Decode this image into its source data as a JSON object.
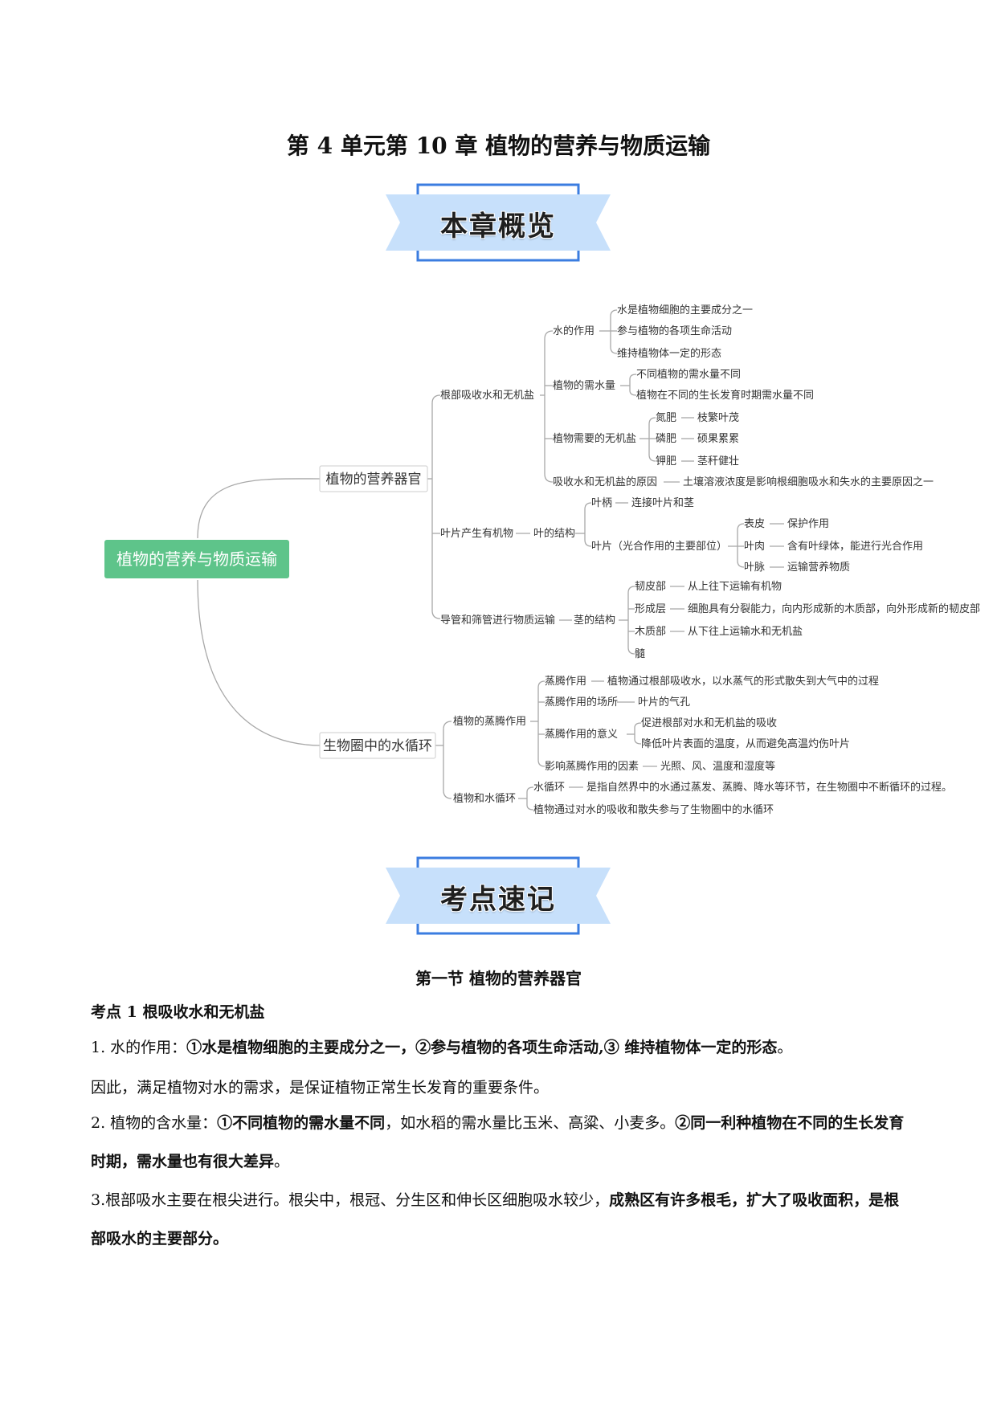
{
  "page_title": "第 4 单元第 10 章  植物的营养与物质运输",
  "banner1": "本章概览",
  "banner2": "考点速记",
  "mindmap": {
    "root": "植物的营养与物质运输",
    "branch_nutrition": "植物的营养器官",
    "branch_water": "生物圈中的水循环",
    "root_absorb": "根部吸收水和无机盐",
    "water_role": "水的作用",
    "water_role_1": "水是植物细胞的主要成分之一",
    "water_role_2": "参与植物的各项生命活动",
    "water_role_3": "维持植物体一定的形态",
    "water_need": "植物的需水量",
    "water_need_1": "不同植物的需水量不同",
    "water_need_2": "植物在不同的生长发育时期需水量不同",
    "minerals": "植物需要的无机盐",
    "n_fert": "氮肥",
    "n_effect": "枝繁叶茂",
    "p_fert": "磷肥",
    "p_effect": "硕果累累",
    "k_fert": "钾肥",
    "k_effect": "茎秆健壮",
    "absorb_reason": "吸收水和无机盐的原因",
    "absorb_reason_detail": "土壤溶液浓度是影响根细胞吸水和失水的主要原因之一",
    "leaf_organic": "叶片产生有机物",
    "leaf_structure": "叶的结构",
    "petiole": "叶柄",
    "petiole_detail": "连接叶片和茎",
    "blade": "叶片（光合作用的主要部位）",
    "epidermis": "表皮",
    "epidermis_detail": "保护作用",
    "mesophyll": "叶肉",
    "mesophyll_detail": "含有叶绿体，能进行光合作用",
    "vein": "叶脉",
    "vein_detail": "运输营养物质",
    "transport": "导管和筛管进行物质运输",
    "stem_structure": "茎的结构",
    "phloem": "韧皮部",
    "phloem_detail": "从上往下运输有机物",
    "cambium": "形成层",
    "cambium_detail": "细胞具有分裂能力，向内形成新的木质部，向外形成新的韧皮部",
    "xylem": "木质部",
    "xylem_detail": "从下往上运输水和无机盐",
    "pith": "髓",
    "transpiration": "植物的蒸腾作用",
    "trans_def": "蒸腾作用",
    "trans_def_detail": "植物通过根部吸收水，以水蒸气的形式散失到大气中的过程",
    "trans_site": "蒸腾作用的场所",
    "trans_site_detail": "叶片的气孔",
    "trans_meaning": "蒸腾作用的意义",
    "trans_meaning_1": "促进根部对水和无机盐的吸收",
    "trans_meaning_2": "降低叶片表面的温度，从而避免高温灼伤叶片",
    "trans_factors": "影响蒸腾作用的因素",
    "trans_factors_detail": "光照、风、温度和湿度等",
    "water_cycle_plant": "植物和水循环",
    "water_cycle": "水循环",
    "water_cycle_detail": "是指自然界中的水通过蒸发、蒸腾、降水等环节，在生物圈中不断循环的过程。",
    "water_cycle_role": "植物通过对水的吸收和散失参与了生物圈中的水循环"
  },
  "section_title": "第一节  植物的营养器官",
  "kaodian_heading": "考点 1    根吸收水和无机盐",
  "p1_prefix": "1.  水的作用：",
  "p1_bold": "①水是植物细胞的主要成分之一，②参与植物的各项生命活动,③ 维持植物体一定的形态",
  "p1_end": "。",
  "p2": "因此，满足植物对水的需求，是保证植物正常生长发育的重要条件。",
  "p3_prefix": "2. 植物的含水量：",
  "p3_bold1": "①不同植物的需水量不同",
  "p3_mid": "，如水稻的需水量比玉米、高粱、小麦多。",
  "p3_bold2": "②同一利种植物在不同的生长发育时期，需水量也有很大差异",
  "p3_end": "。",
  "p4_prefix": "3.根部吸水主要在根尖进行。根尖中，根冠、分生区和伸长区细胞吸水较少，",
  "p4_bold": "成熟区有许多根毛，扩大了吸收面积，是根部吸水的主要部分。",
  "colors": {
    "root_fill": "#5ec48a",
    "banner_fill": "#c7e0fb",
    "banner_border": "#3b7de0",
    "line": "#a8a8a8"
  }
}
